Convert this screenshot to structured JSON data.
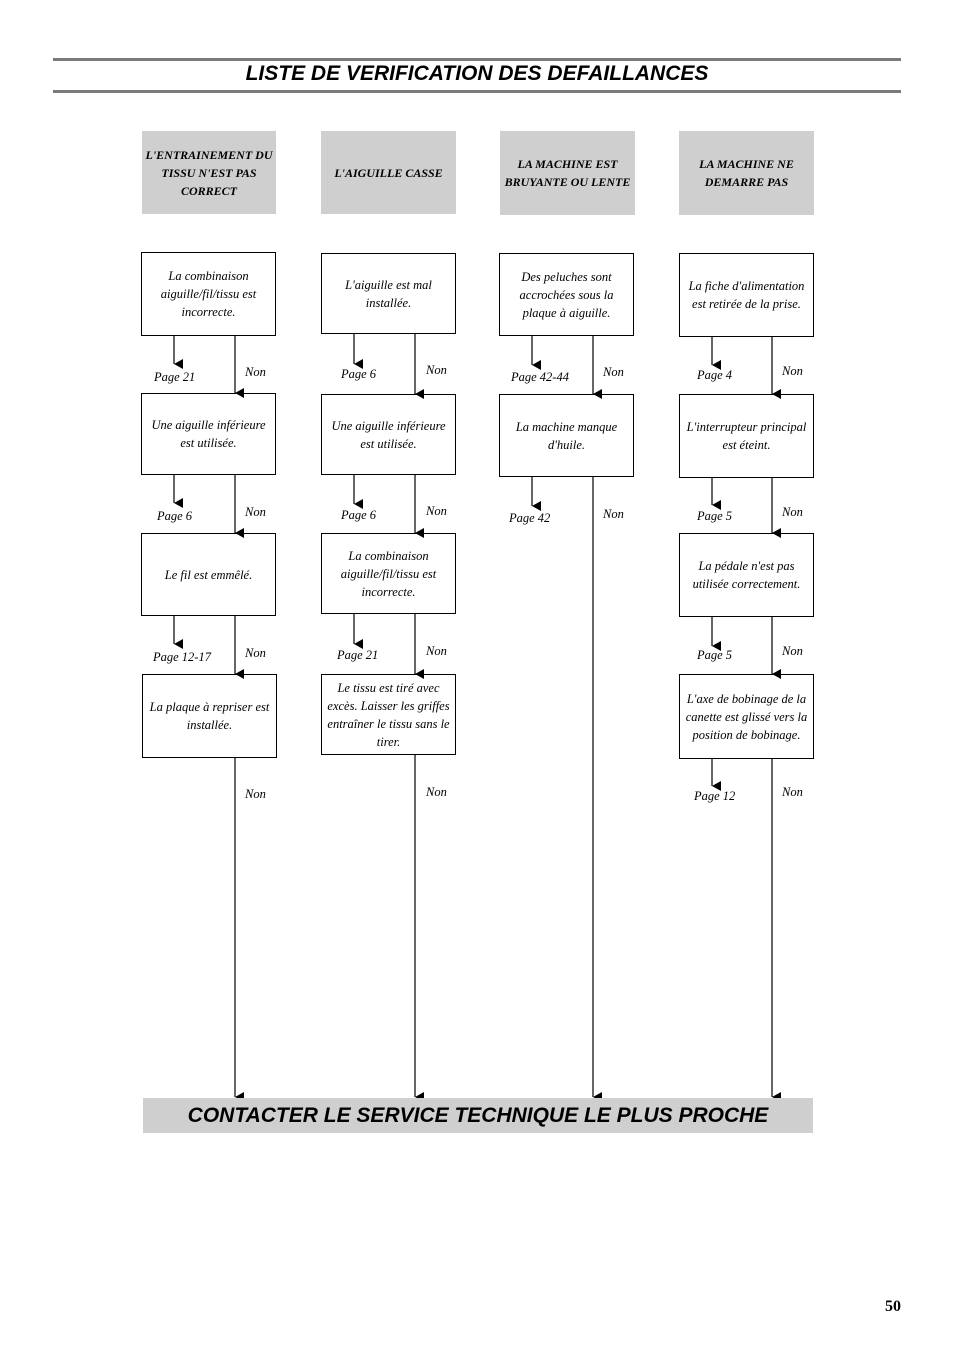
{
  "title": "LISTE DE VERIFICATION DES DEFAILLANCES",
  "columns": [
    {
      "header": "L'ENTRAINEMENT DU TISSU N'EST PAS CORRECT",
      "steps": [
        {
          "text": "La combinaison aiguille/fil/tissu est incorrecte.",
          "page": "Page 21",
          "non": "Non"
        },
        {
          "text": "Une aiguille inférieure est utilisée.",
          "page": "Page 6",
          "non": "Non"
        },
        {
          "text": "Le fil est emmêlé.",
          "page": "Page 12-17",
          "non": "Non"
        },
        {
          "text": "La plaque à repriser est installée.",
          "page": "",
          "non": "Non"
        }
      ]
    },
    {
      "header": "L'AIGUILLE CASSE",
      "steps": [
        {
          "text": "L'aiguille est mal installée.",
          "page": "Page 6",
          "non": "Non"
        },
        {
          "text": "Une aiguille inférieure est utilisée.",
          "page": "Page 6",
          "non": "Non"
        },
        {
          "text": "La combinaison aiguille/fil/tissu est incorrecte.",
          "page": "Page 21",
          "non": "Non"
        },
        {
          "text": "Le tissu est tiré avec excès. Laisser les griffes entraîner le tissu sans le tirer.",
          "page": "",
          "non": "Non"
        }
      ]
    },
    {
      "header": "LA MACHINE EST BRUYANTE OU LENTE",
      "steps": [
        {
          "text": "Des peluches sont accrochées sous la plaque à aiguille.",
          "page": "Page 42-44",
          "non": "Non"
        },
        {
          "text": "La machine manque d'huile.",
          "page": "Page 42",
          "non": "Non"
        }
      ]
    },
    {
      "header": "LA MACHINE NE DEMARRE PAS",
      "steps": [
        {
          "text": "La fiche d'alimentation est retirée de la prise.",
          "page": "Page 4",
          "non": "Non"
        },
        {
          "text": "L'interrupteur principal est éteint.",
          "page": "Page 5",
          "non": "Non"
        },
        {
          "text": "La pédale n'est pas utilisée correctement.",
          "page": "Page 5",
          "non": "Non"
        },
        {
          "text": "L'axe de bobinage de la canette est glissé vers la position de bobinage.",
          "page": "Page 12",
          "non": "Non"
        }
      ]
    }
  ],
  "footer_action": "CONTACTER LE SERVICE TECHNIQUE LE PLUS PROCHE",
  "page_number": "50"
}
